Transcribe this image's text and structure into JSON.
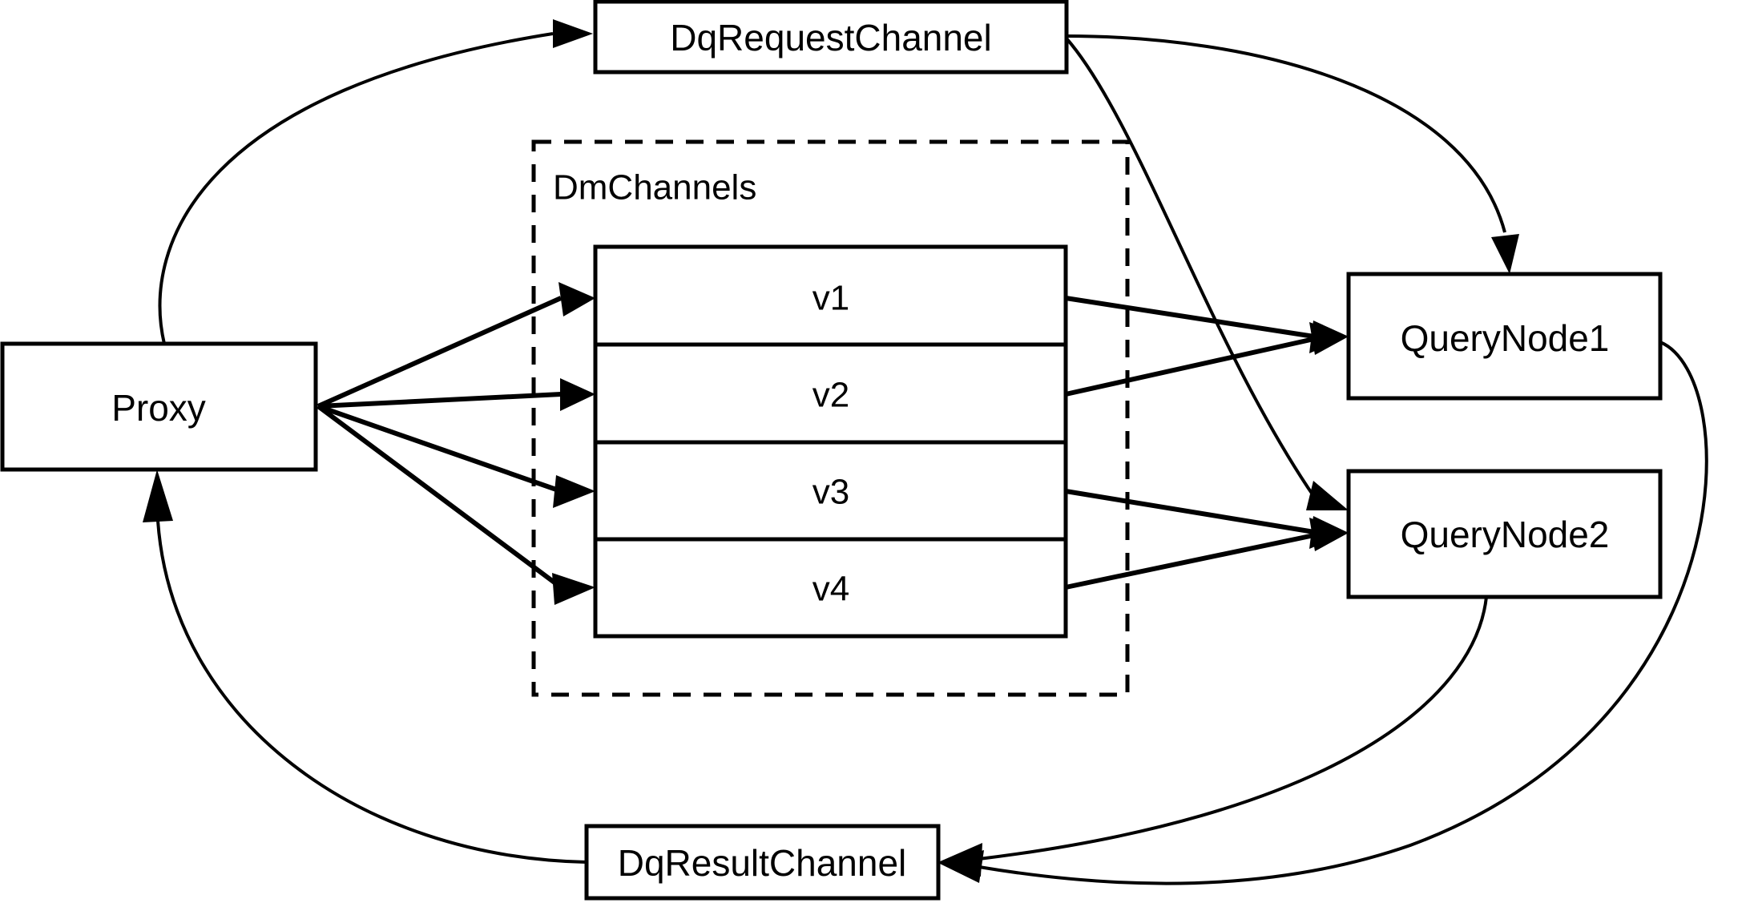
{
  "diagram": {
    "title": "Milvus DQ Channel Routing Diagram",
    "background_color": "#ffffff",
    "stroke_color": "#000000",
    "nodes": {
      "proxy": {
        "label": "Proxy"
      },
      "dq_request_channel": {
        "label": "DqRequestChannel"
      },
      "dq_result_channel": {
        "label": "DqResultChannel"
      },
      "dm_channels_group": {
        "label": "DmChannels"
      },
      "query_node_1": {
        "label": "QueryNode1"
      },
      "query_node_2": {
        "label": "QueryNode2"
      }
    },
    "channels": [
      {
        "label": "v1"
      },
      {
        "label": "v2"
      },
      {
        "label": "v3"
      },
      {
        "label": "v4"
      }
    ],
    "edges": [
      {
        "from": "Proxy",
        "to": "DqRequestChannel"
      },
      {
        "from": "Proxy",
        "to": "v1"
      },
      {
        "from": "Proxy",
        "to": "v2"
      },
      {
        "from": "Proxy",
        "to": "v3"
      },
      {
        "from": "Proxy",
        "to": "v4"
      },
      {
        "from": "DqRequestChannel",
        "to": "QueryNode1"
      },
      {
        "from": "DqRequestChannel",
        "to": "QueryNode2"
      },
      {
        "from": "v1",
        "to": "QueryNode1"
      },
      {
        "from": "v2",
        "to": "QueryNode1"
      },
      {
        "from": "v3",
        "to": "QueryNode2"
      },
      {
        "from": "v4",
        "to": "QueryNode2"
      },
      {
        "from": "QueryNode1",
        "to": "DqResultChannel"
      },
      {
        "from": "QueryNode2",
        "to": "DqResultChannel"
      },
      {
        "from": "DqResultChannel",
        "to": "Proxy"
      }
    ]
  }
}
